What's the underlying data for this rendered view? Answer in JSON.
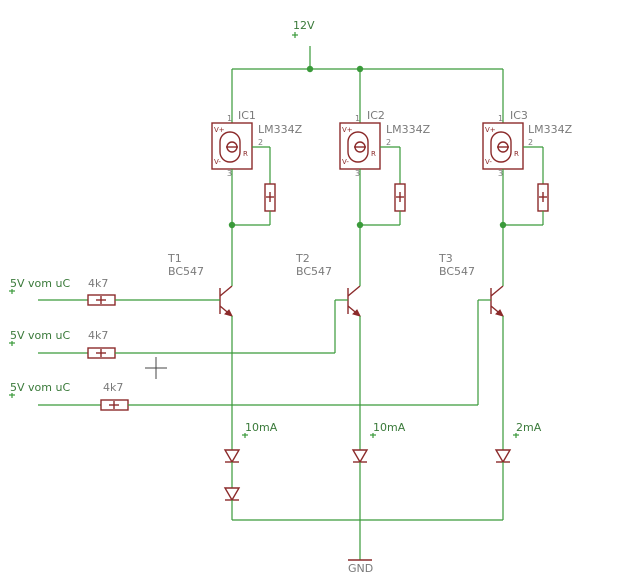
{
  "supply": {
    "label": "12V"
  },
  "ground": {
    "label": "GND"
  },
  "ics": [
    {
      "ref": "IC1",
      "value": "LM334Z",
      "pin_vplus": "V+",
      "pin_vminus": "V-",
      "pin_r": "R",
      "pin1": "1",
      "pin2": "2",
      "pin3": "3"
    },
    {
      "ref": "IC2",
      "value": "LM334Z",
      "pin_vplus": "V+",
      "pin_vminus": "V-",
      "pin_r": "R",
      "pin1": "1",
      "pin2": "2",
      "pin3": "3"
    },
    {
      "ref": "IC3",
      "value": "LM334Z",
      "pin_vplus": "V+",
      "pin_vminus": "V-",
      "pin_r": "R",
      "pin1": "1",
      "pin2": "2",
      "pin3": "3"
    }
  ],
  "transistors": [
    {
      "ref": "T1",
      "value": "BC547"
    },
    {
      "ref": "T2",
      "value": "BC547"
    },
    {
      "ref": "T3",
      "value": "BC547"
    }
  ],
  "inputs": [
    {
      "label": "5V vom uC",
      "resistor": "4k7"
    },
    {
      "label": "5V vom uC",
      "resistor": "4k7"
    },
    {
      "label": "5V vom uC",
      "resistor": "4k7"
    }
  ],
  "currents": [
    "10mA",
    "10mA",
    "2mA"
  ],
  "colors": {
    "wire": "#3a9a3a",
    "part": "#8b2a2a",
    "label": "#7a7a7a"
  }
}
